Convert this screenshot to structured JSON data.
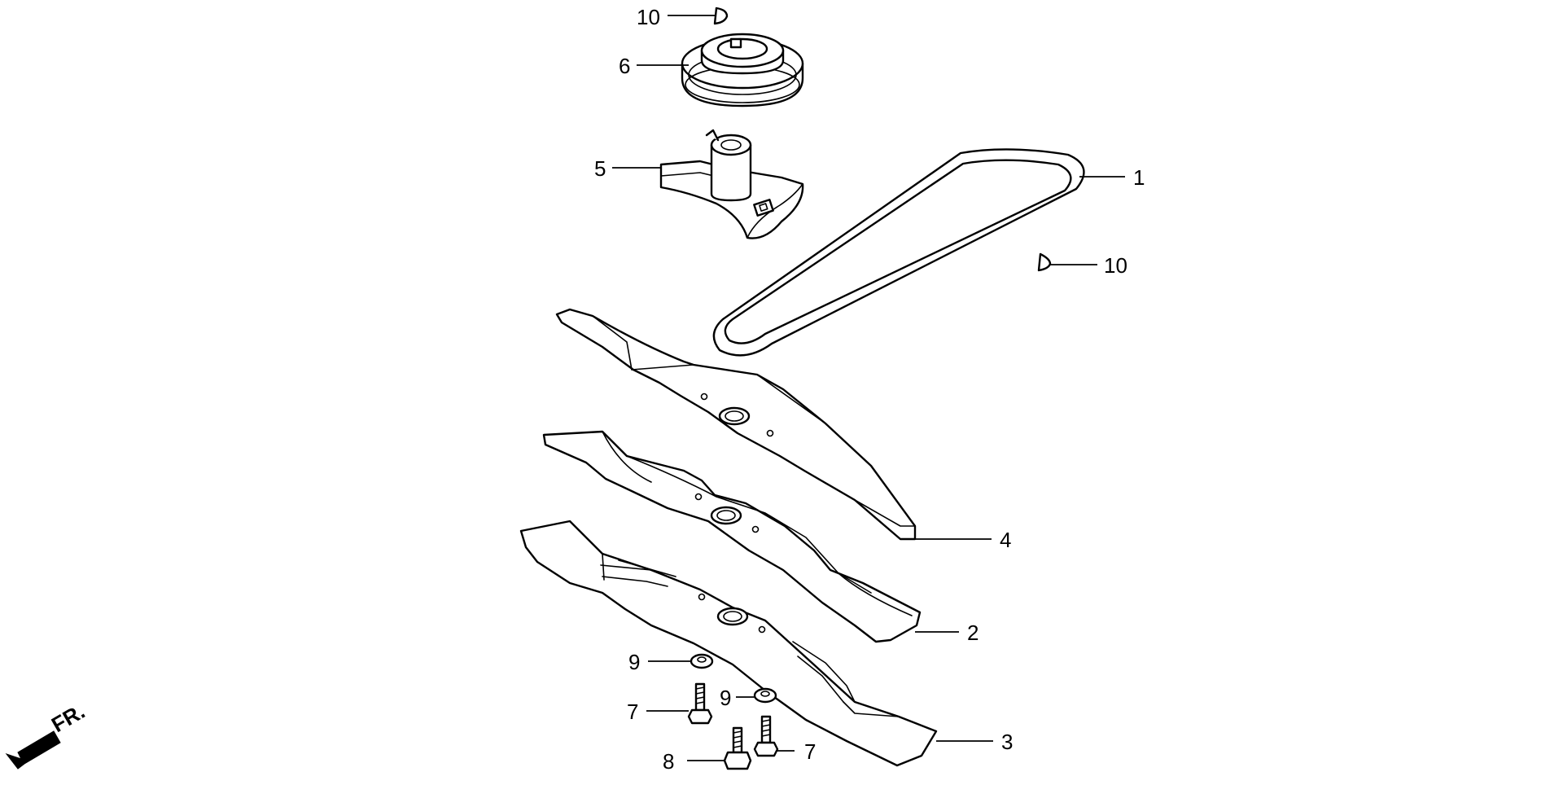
{
  "diagram": {
    "callouts": {
      "c10a": "10",
      "c6": "6",
      "c5": "5",
      "c1": "1",
      "c10b": "10",
      "c4": "4",
      "c2": "2",
      "c9a": "9",
      "c9b": "9",
      "c7a": "7",
      "c3": "3",
      "c8": "8",
      "c7b": "7"
    },
    "direction_label": "FR."
  }
}
